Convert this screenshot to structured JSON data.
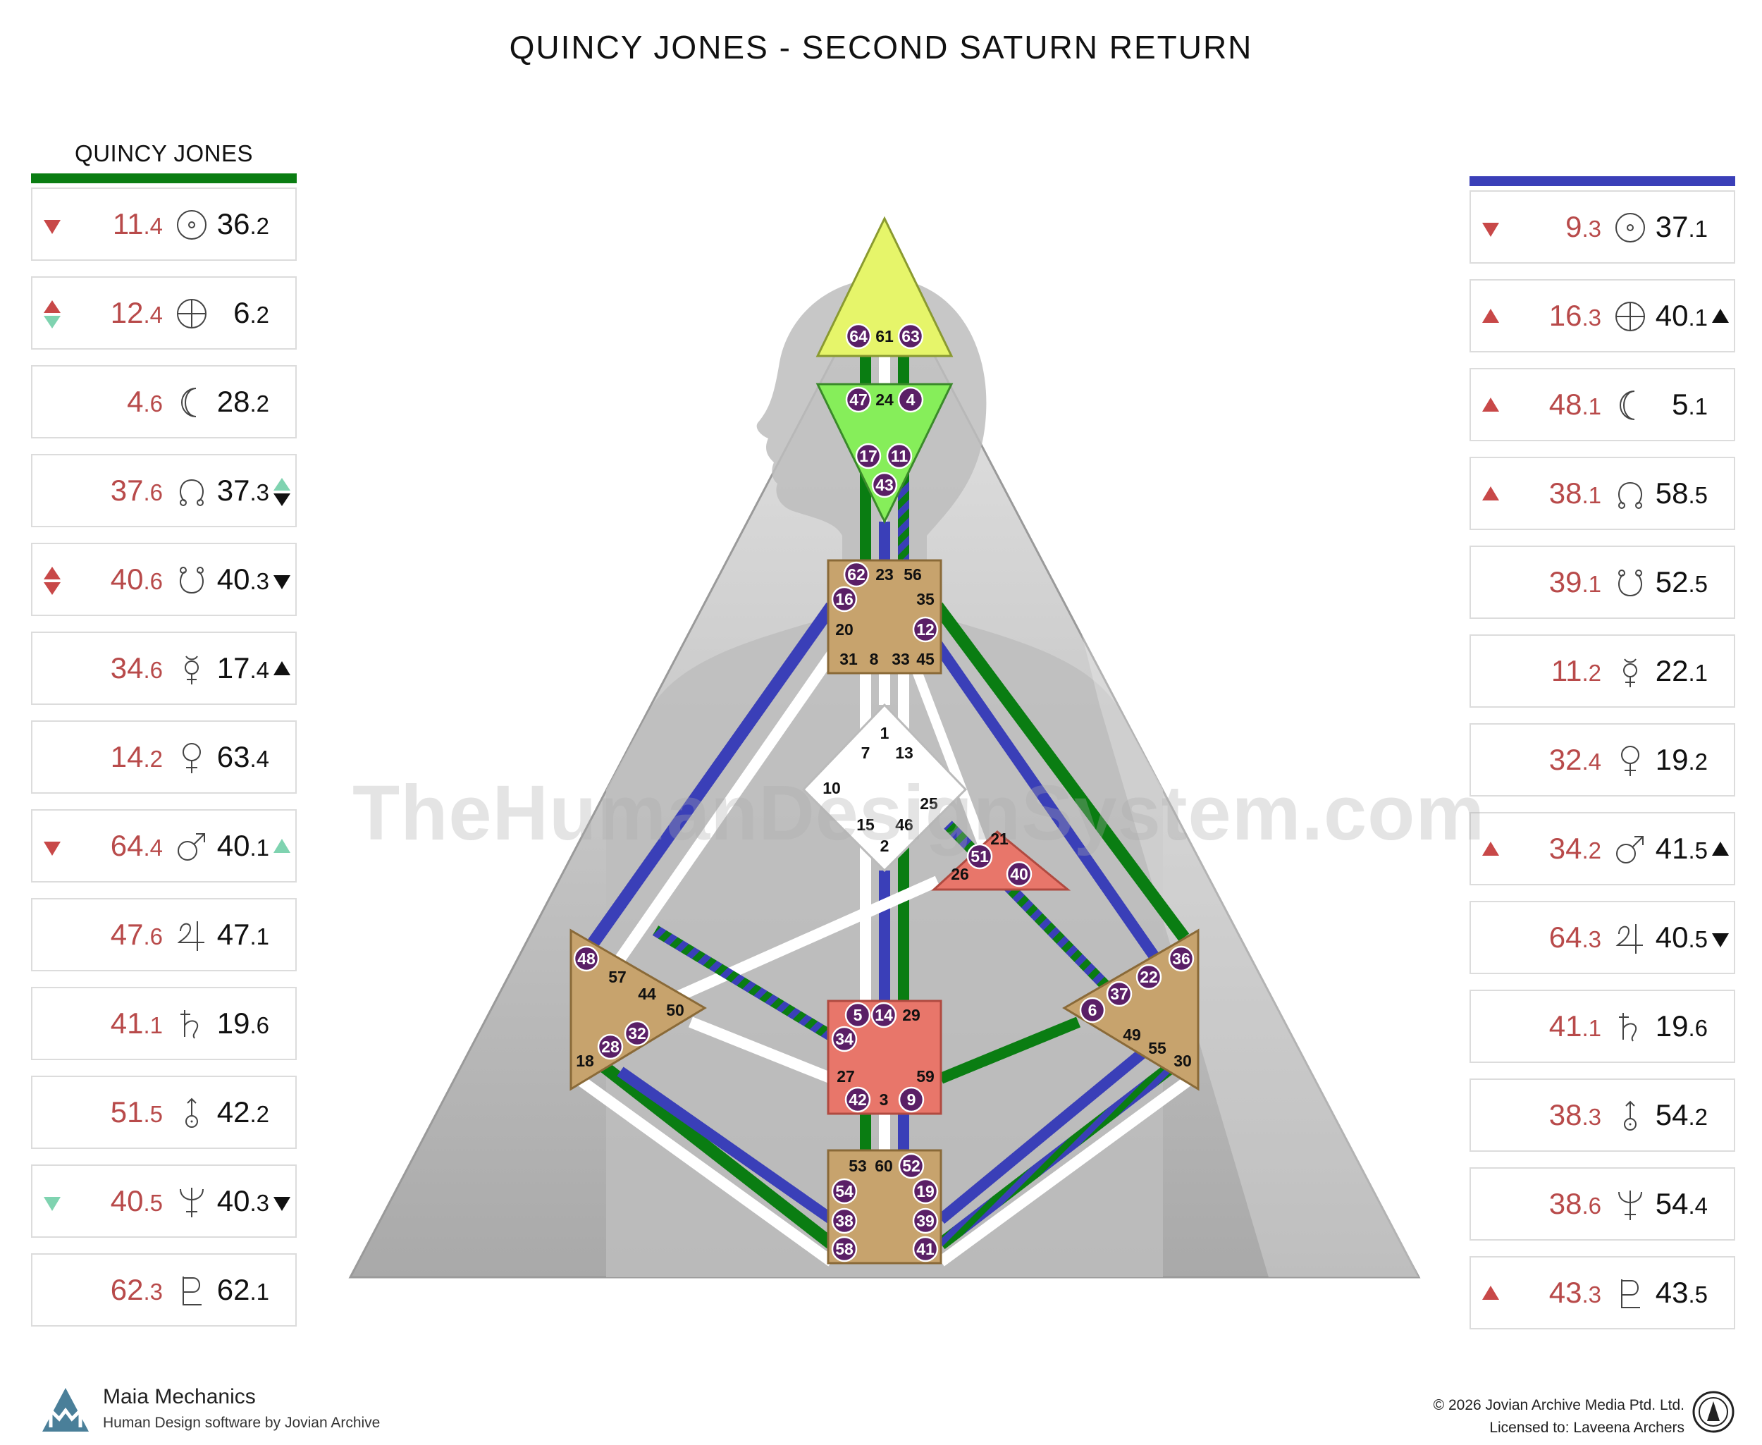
{
  "title": "QUINCY JONES - SECOND SATURN RETURN",
  "watermark": "TheHumanDesignSystem.com",
  "colors": {
    "design_red": "#b84a4a",
    "design_bar": "#0a7d12",
    "personality_bar": "#3a3fb8",
    "channel_design": "#0a7d12",
    "channel_personality": "#3a3fb8",
    "head_center": "#e6f56a",
    "ajna_center": "#86ee5a",
    "motor_red": "#e8766a",
    "tan_center": "#c7a36d",
    "gate_badge": "#5a1f66",
    "body_silhouette": "#bdbdbd"
  },
  "left_panel": {
    "name": "QUINCY JONES",
    "rows": [
      {
        "planet": "sun-icon",
        "d_gate": "11",
        "d_line": ".4",
        "p_gate": "36",
        "p_line": ".2",
        "mark_left": "down-red",
        "mark_right": ""
      },
      {
        "planet": "earth-icon",
        "d_gate": "12",
        "d_line": ".4",
        "p_gate": "6",
        "p_line": ".2",
        "mark_left": "up-red-down-teal",
        "mark_right": ""
      },
      {
        "planet": "moon-icon",
        "d_gate": "4",
        "d_line": ".6",
        "p_gate": "28",
        "p_line": ".2",
        "mark_left": "",
        "mark_right": ""
      },
      {
        "planet": "north-node-icon",
        "d_gate": "37",
        "d_line": ".6",
        "p_gate": "37",
        "p_line": ".3",
        "mark_left": "",
        "mark_right": "up-teal-down-black"
      },
      {
        "planet": "south-node-icon",
        "d_gate": "40",
        "d_line": ".6",
        "p_gate": "40",
        "p_line": ".3",
        "mark_left": "up-red-down-red",
        "mark_right": "down-black"
      },
      {
        "planet": "mercury-icon",
        "d_gate": "34",
        "d_line": ".6",
        "p_gate": "17",
        "p_line": ".4",
        "mark_left": "",
        "mark_right": "up-black"
      },
      {
        "planet": "venus-icon",
        "d_gate": "14",
        "d_line": ".2",
        "p_gate": "63",
        "p_line": ".4",
        "mark_left": "",
        "mark_right": ""
      },
      {
        "planet": "mars-icon",
        "d_gate": "64",
        "d_line": ".4",
        "p_gate": "40",
        "p_line": ".1",
        "mark_left": "down-red",
        "mark_right": "up-teal"
      },
      {
        "planet": "jupiter-icon",
        "d_gate": "47",
        "d_line": ".6",
        "p_gate": "47",
        "p_line": ".1",
        "mark_left": "",
        "mark_right": ""
      },
      {
        "planet": "saturn-icon",
        "d_gate": "41",
        "d_line": ".1",
        "p_gate": "19",
        "p_line": ".6",
        "mark_left": "",
        "mark_right": ""
      },
      {
        "planet": "uranus-icon",
        "d_gate": "51",
        "d_line": ".5",
        "p_gate": "42",
        "p_line": ".2",
        "mark_left": "",
        "mark_right": ""
      },
      {
        "planet": "neptune-icon",
        "d_gate": "40",
        "d_line": ".5",
        "p_gate": "40",
        "p_line": ".3",
        "mark_left": "down-teal",
        "mark_right": "down-black"
      },
      {
        "planet": "pluto-icon",
        "d_gate": "62",
        "d_line": ".3",
        "p_gate": "62",
        "p_line": ".1",
        "mark_left": "",
        "mark_right": ""
      }
    ]
  },
  "right_panel": {
    "name": "",
    "rows": [
      {
        "planet": "sun-icon",
        "d_gate": "9",
        "d_line": ".3",
        "p_gate": "37",
        "p_line": ".1",
        "mark_left": "down-red",
        "mark_right": ""
      },
      {
        "planet": "earth-icon",
        "d_gate": "16",
        "d_line": ".3",
        "p_gate": "40",
        "p_line": ".1",
        "mark_left": "up-red",
        "mark_right": "up-black"
      },
      {
        "planet": "moon-icon",
        "d_gate": "48",
        "d_line": ".1",
        "p_gate": "5",
        "p_line": ".1",
        "mark_left": "up-red",
        "mark_right": ""
      },
      {
        "planet": "north-node-icon",
        "d_gate": "38",
        "d_line": ".1",
        "p_gate": "58",
        "p_line": ".5",
        "mark_left": "up-red",
        "mark_right": ""
      },
      {
        "planet": "south-node-icon",
        "d_gate": "39",
        "d_line": ".1",
        "p_gate": "52",
        "p_line": ".5",
        "mark_left": "",
        "mark_right": ""
      },
      {
        "planet": "mercury-icon",
        "d_gate": "11",
        "d_line": ".2",
        "p_gate": "22",
        "p_line": ".1",
        "mark_left": "",
        "mark_right": ""
      },
      {
        "planet": "venus-icon",
        "d_gate": "32",
        "d_line": ".4",
        "p_gate": "19",
        "p_line": ".2",
        "mark_left": "",
        "mark_right": ""
      },
      {
        "planet": "mars-icon",
        "d_gate": "34",
        "d_line": ".2",
        "p_gate": "41",
        "p_line": ".5",
        "mark_left": "up-red",
        "mark_right": "up-black"
      },
      {
        "planet": "jupiter-icon",
        "d_gate": "64",
        "d_line": ".3",
        "p_gate": "40",
        "p_line": ".5",
        "mark_left": "",
        "mark_right": "down-black"
      },
      {
        "planet": "saturn-icon",
        "d_gate": "41",
        "d_line": ".1",
        "p_gate": "19",
        "p_line": ".6",
        "mark_left": "",
        "mark_right": ""
      },
      {
        "planet": "uranus-icon",
        "d_gate": "38",
        "d_line": ".3",
        "p_gate": "54",
        "p_line": ".2",
        "mark_left": "",
        "mark_right": ""
      },
      {
        "planet": "neptune-icon",
        "d_gate": "38",
        "d_line": ".6",
        "p_gate": "54",
        "p_line": ".4",
        "mark_left": "",
        "mark_right": ""
      },
      {
        "planet": "pluto-icon",
        "d_gate": "43",
        "d_line": ".3",
        "p_gate": "43",
        "p_line": ".5",
        "mark_left": "up-red",
        "mark_right": ""
      }
    ]
  },
  "centers": [
    {
      "id": "head",
      "gates": [
        "64",
        "61",
        "63"
      ]
    },
    {
      "id": "ajna",
      "gates": [
        "47",
        "24",
        "4",
        "17",
        "11",
        "43"
      ]
    },
    {
      "id": "throat",
      "gates": [
        "62",
        "23",
        "56",
        "16",
        "35",
        "20",
        "12",
        "31",
        "8",
        "33",
        "45"
      ]
    },
    {
      "id": "g",
      "gates": [
        "1",
        "7",
        "13",
        "10",
        "25",
        "15",
        "46",
        "2"
      ]
    },
    {
      "id": "heart",
      "gates": [
        "21",
        "51",
        "26",
        "40"
      ]
    },
    {
      "id": "spleen",
      "gates": [
        "48",
        "57",
        "44",
        "50",
        "32",
        "28",
        "18"
      ]
    },
    {
      "id": "solar-plexus",
      "gates": [
        "36",
        "22",
        "37",
        "6",
        "49",
        "55",
        "30"
      ]
    },
    {
      "id": "sacral",
      "gates": [
        "5",
        "14",
        "29",
        "34",
        "27",
        "59",
        "42",
        "3",
        "9"
      ]
    },
    {
      "id": "root",
      "gates": [
        "53",
        "60",
        "52",
        "54",
        "19",
        "38",
        "39",
        "58",
        "41"
      ]
    }
  ],
  "footer": {
    "brand": "Maia Mechanics",
    "subtitle": "Human Design software by Jovian Archive",
    "copyright": "© 2026 Jovian Archive Media Ptd. Ltd.",
    "license": "Licensed to: Laveena Archers"
  }
}
